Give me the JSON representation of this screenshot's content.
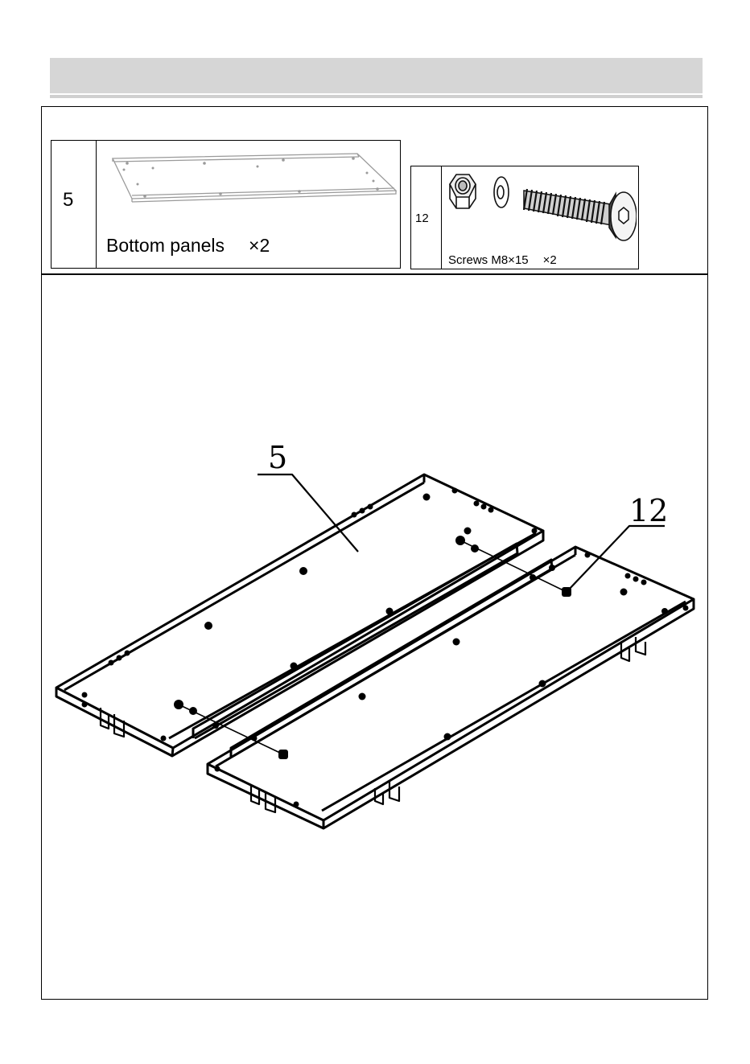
{
  "parts": [
    {
      "number": "5",
      "name": "Bottom panels",
      "quantity": "×2"
    },
    {
      "number": "12",
      "name": "Screws M8×15",
      "quantity": "×2"
    }
  ],
  "callouts": {
    "panel": "5",
    "screw": "12"
  }
}
